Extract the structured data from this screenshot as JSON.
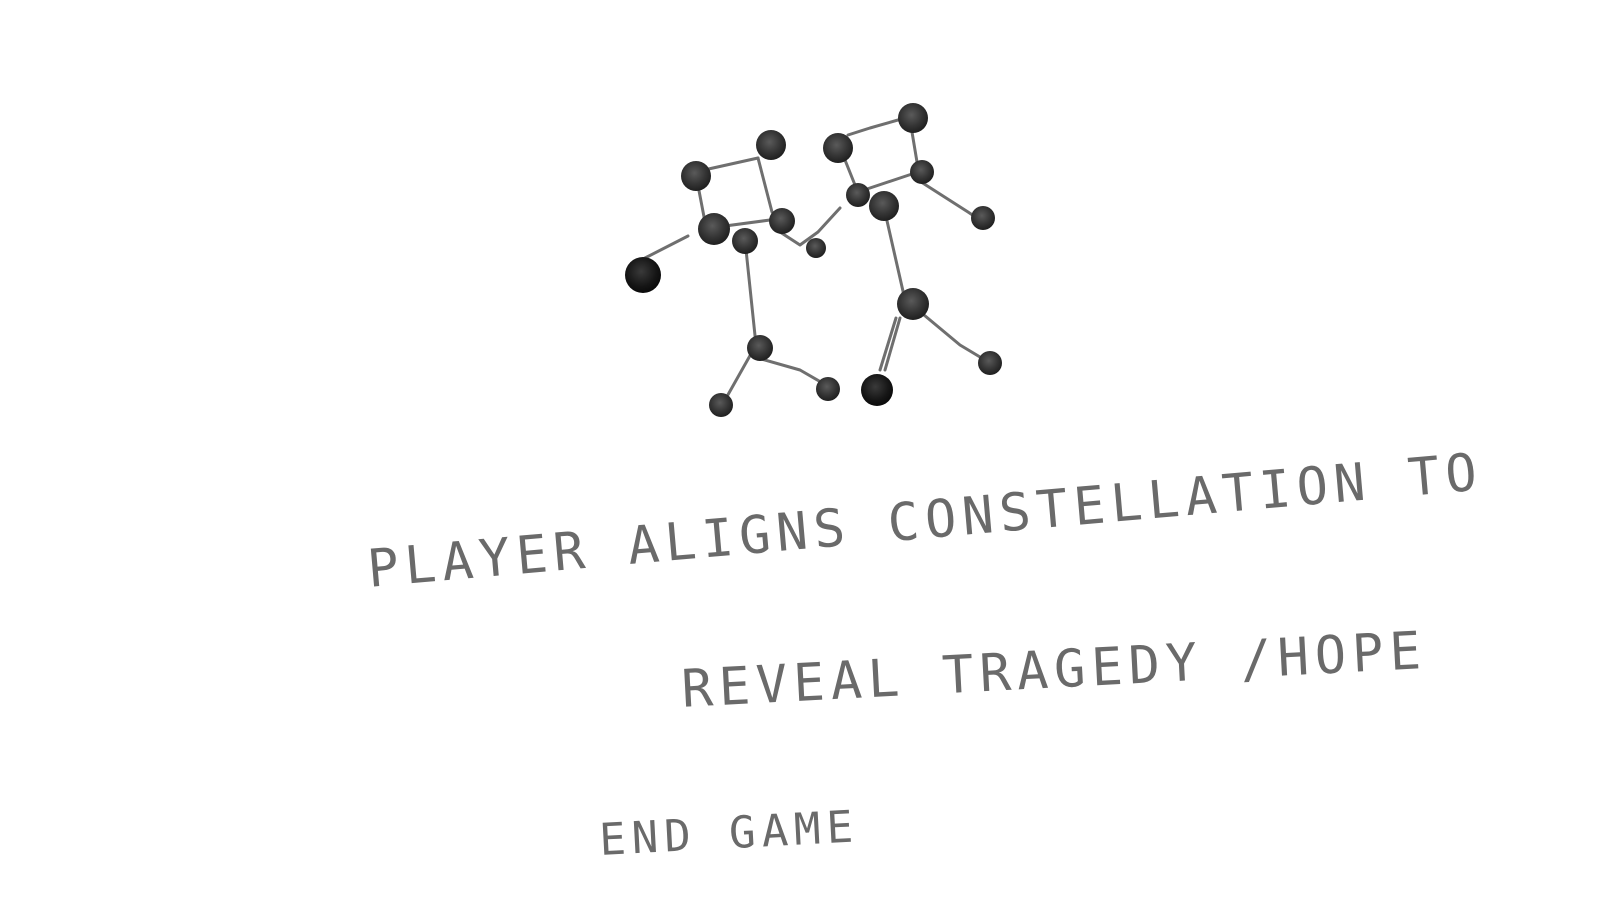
{
  "sketch": {
    "lines": [
      "PLAYER ALIGNS CONSTELLATION TO",
      "REVEAL TRAGEDY /HOPE",
      "END GAME"
    ],
    "ink_color": "#6a6a6a",
    "star_color": "#2a2a2a",
    "background": "#ffffff"
  }
}
